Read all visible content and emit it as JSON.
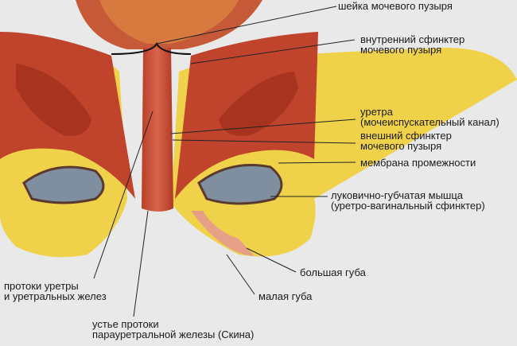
{
  "labels": {
    "bladder_neck": "шейка мочевого пузыря",
    "internal_sphincter": [
      "внутренний сфинктер",
      "мочевого пузыря"
    ],
    "urethra": [
      "уретра",
      "(мочеиспускательный канал)"
    ],
    "external_sphincter": [
      "внешний сфинктер",
      "мочевого пузыря"
    ],
    "perineal_membrane": "мембрана промежности",
    "bulbospongiosus": [
      "луковично-губчатая мышца",
      "(уретро-вагинальный сфинктер)"
    ],
    "labia_majora": "большая губа",
    "labia_minora": "малая губа",
    "urethral_ducts": [
      "протоки уретры",
      "и уретральных желез"
    ],
    "skene_duct": [
      "устье протоки",
      "парауретральной железы (Скина)"
    ]
  }
}
